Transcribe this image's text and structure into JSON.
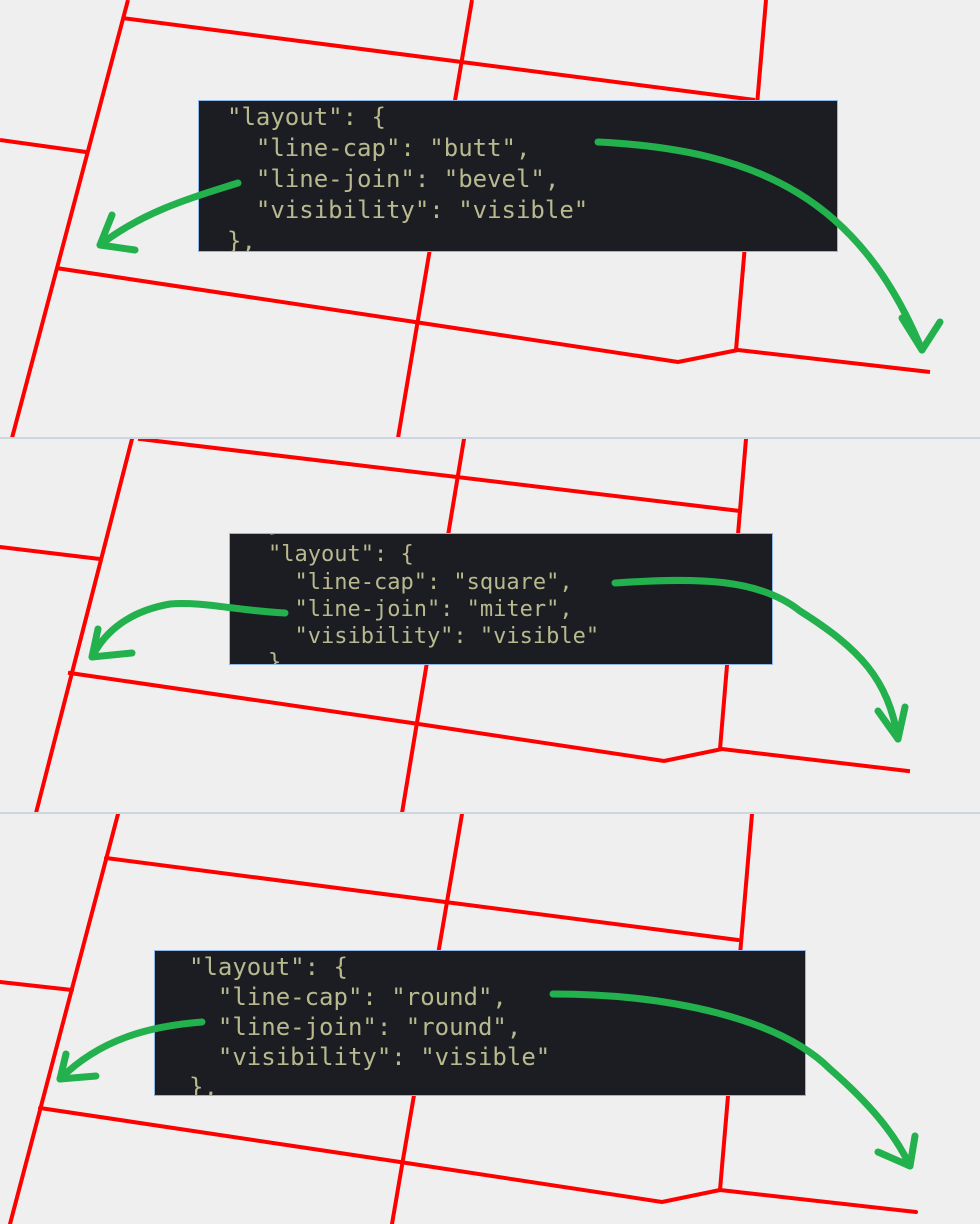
{
  "panels": [
    {
      "lines": [
        "\"layout\": {",
        "  \"line-cap\": \"butt\",",
        "  \"line-join\": \"bevel\",",
        "  \"visibility\": \"visible\"",
        "},"
      ],
      "line_cap": "butt",
      "line_join": "bevel"
    },
    {
      "lines": [
        "},",
        "\"layout\": {",
        "  \"line-cap\": \"square\",",
        "  \"line-join\": \"miter\",",
        "  \"visibility\": \"visible\"",
        "},"
      ],
      "line_cap": "square",
      "line_join": "miter"
    },
    {
      "lines": [
        "\"layout\": {",
        "  \"line-cap\": \"round\",",
        "  \"line-join\": \"round\",",
        "  \"visibility\": \"visible\"",
        "},"
      ],
      "line_cap": "round",
      "line_join": "round"
    }
  ],
  "colors": {
    "background": "#efefef",
    "road_line": "#ff0000",
    "arrow": "#22b14c",
    "code_bg": "#1b1d23",
    "code_text": "#b9b98f",
    "separator": "#cdd6e0"
  }
}
